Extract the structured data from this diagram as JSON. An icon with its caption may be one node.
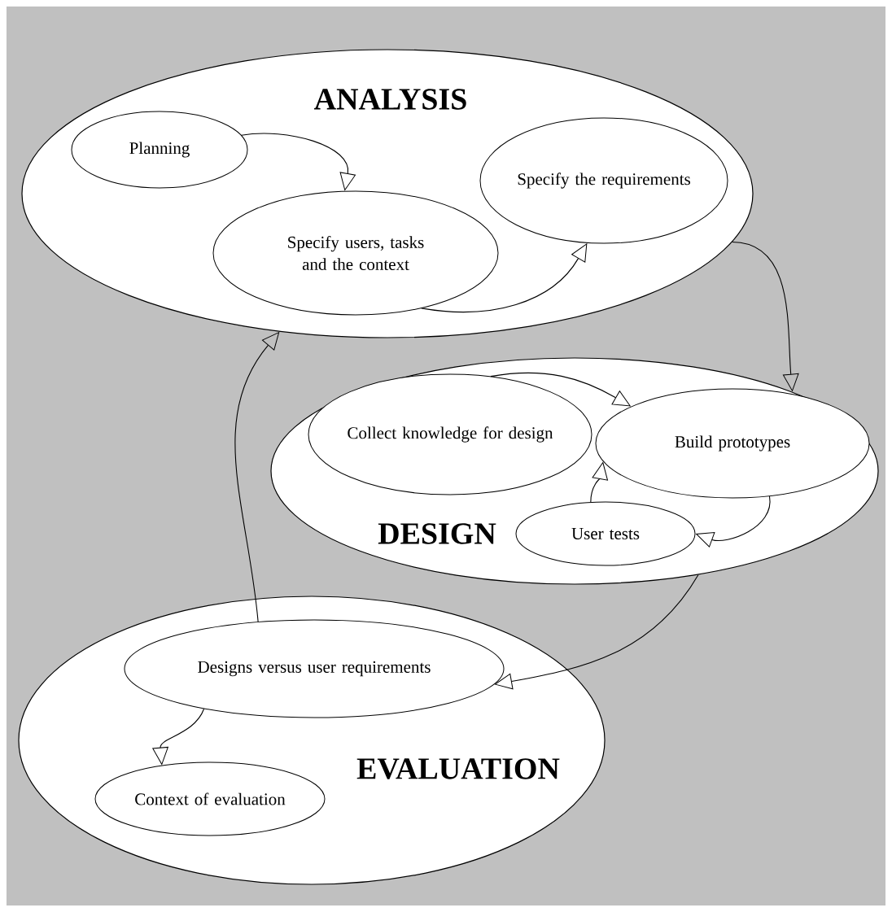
{
  "diagram": {
    "nodes": [
      {
        "text": [
          "ANALYSIS"
        ]
      },
      {
        "text": [
          "Planning"
        ],
        "in": 0
      },
      {
        "text": [
          "Specify users, tasks and the context"
        ],
        "in": 0
      },
      {
        "text": [
          "Specify the requirements"
        ],
        "in": 0
      },
      {
        "text": [
          "DESIGN"
        ]
      },
      {
        "text": [
          "Collect knowledge for design"
        ],
        "in": 4
      },
      {
        "text": [
          "Build prototypes"
        ],
        "in": 4
      },
      {
        "text": [
          "User tests"
        ],
        "in": 4
      },
      {
        "text": [
          "EVALUATION"
        ]
      },
      {
        "text": [
          "Designs versus user requirements"
        ],
        "in": 8
      },
      {
        "text": [
          "Context of evaluation"
        ],
        "in": 8
      }
    ],
    "edges": [
      {
        "from": 1,
        "to": 2,
        "arrow": "to"
      },
      {
        "from": 2,
        "to": 3,
        "arrow": "to"
      },
      {
        "from": 0,
        "to": 4,
        "arrow": "to"
      },
      {
        "from": 5,
        "to": 6,
        "arrow": "to"
      },
      {
        "from": 7,
        "to": 6,
        "arrow": "to"
      },
      {
        "from": 6,
        "to": 7,
        "arrow": "to"
      },
      {
        "from": 4,
        "to": 9,
        "arrow": "to"
      },
      {
        "from": 9,
        "to": 0,
        "arrow": "to"
      },
      {
        "from": 9,
        "to": 10,
        "arrow": "to"
      }
    ]
  }
}
